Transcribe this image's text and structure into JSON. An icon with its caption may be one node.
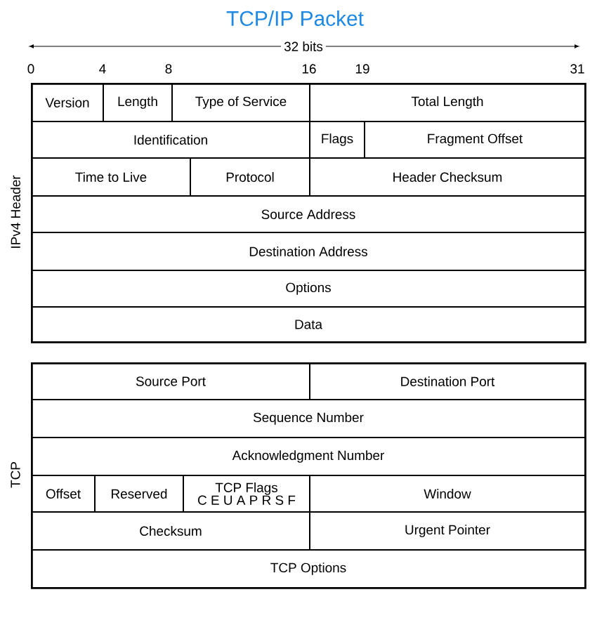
{
  "diagram": {
    "title": "TCP/IP Packet",
    "nodes": [
      {
        "text": [
          "IPv4 Header"
        ]
      },
      {
        "text": [
          "Version"
        ],
        "in": 0
      },
      {
        "text": [
          "Length"
        ],
        "in": 0
      },
      {
        "text": [
          "Type of Service"
        ],
        "in": 0
      },
      {
        "text": [
          "Total Length"
        ],
        "in": 0
      },
      {
        "text": [
          "Identification"
        ],
        "in": 0
      },
      {
        "text": [
          "Flags"
        ],
        "in": 0
      },
      {
        "text": [
          "Fragment Offset"
        ],
        "in": 0
      },
      {
        "text": [
          "Time to Live"
        ],
        "in": 0
      },
      {
        "text": [
          "Protocol"
        ],
        "in": 0
      },
      {
        "text": [
          "Header Checksum"
        ],
        "in": 0
      },
      {
        "text": [
          "Source Address"
        ],
        "in": 0
      },
      {
        "text": [
          "Destination Address"
        ],
        "in": 0
      },
      {
        "text": [
          "Options"
        ],
        "in": 0
      },
      {
        "text": [
          "Data"
        ],
        "in": 0
      },
      {
        "text": [
          "TCP"
        ]
      },
      {
        "text": [
          "Source Port"
        ],
        "in": 15
      },
      {
        "text": [
          "Destination Port"
        ],
        "in": 15
      },
      {
        "text": [
          "Sequence Number"
        ],
        "in": 15
      },
      {
        "text": [
          "Acknowledgment Number"
        ],
        "in": 15
      },
      {
        "text": [
          "Offset"
        ],
        "in": 15
      },
      {
        "text": [
          "Reserved"
        ],
        "in": 15
      },
      {
        "text": [
          "TCP Flags",
          "C E U A P R S F"
        ],
        "in": 15
      },
      {
        "text": [
          "Window"
        ],
        "in": 15
      },
      {
        "text": [
          "Checksum"
        ],
        "in": 15
      },
      {
        "text": [
          "Urgent Pointer"
        ],
        "in": 15
      },
      {
        "text": [
          "TCP Options"
        ],
        "in": 15
      }
    ],
    "labels": [
      "32 bits",
      "0",
      "4",
      "8",
      "16",
      "19",
      "31"
    ]
  }
}
